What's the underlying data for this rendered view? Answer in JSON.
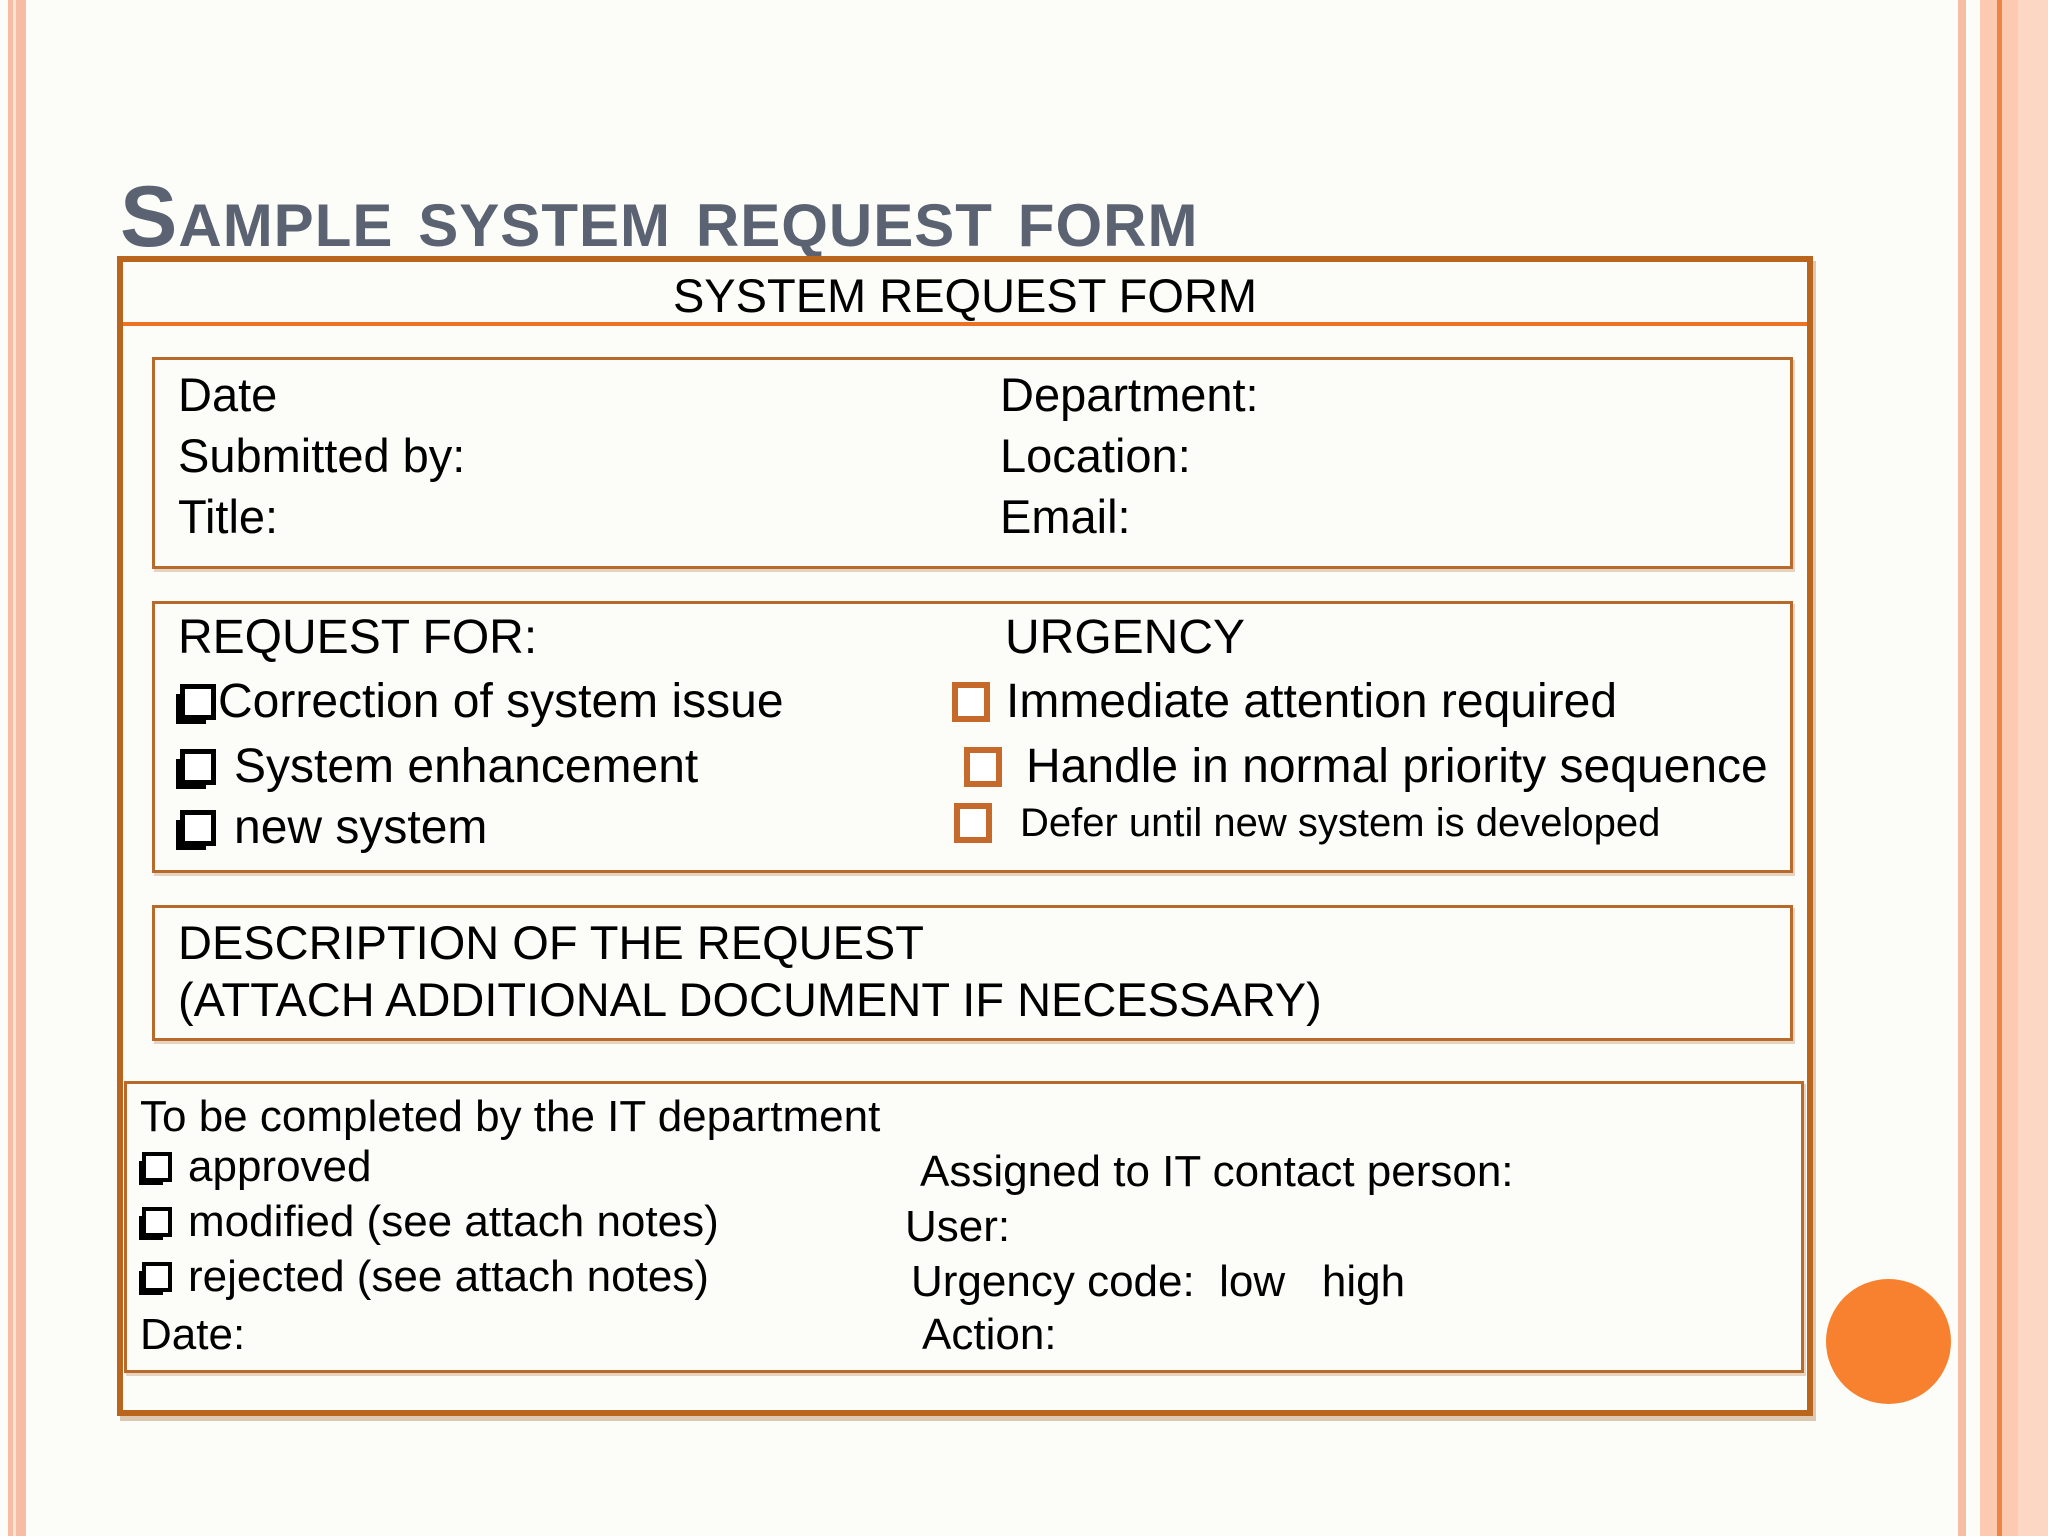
{
  "slide": {
    "title": "Sample system request form"
  },
  "form": {
    "header": "SYSTEM REQUEST FORM",
    "contact_section": {
      "rows": [
        {
          "left": "Date",
          "right": "Department:"
        },
        {
          "left": "Submitted by:",
          "right": "Location:"
        },
        {
          "left": "Title:",
          "right": "Email:"
        }
      ]
    },
    "request_section": {
      "left_heading": "REQUEST FOR:",
      "right_heading": "URGENCY",
      "request_options": [
        "Correction of system issue",
        "System enhancement",
        "new system"
      ],
      "urgency_options": [
        "Immediate attention required",
        "Handle in normal priority sequence",
        "Defer until new system is developed"
      ]
    },
    "description_section": {
      "title": "DESCRIPTION OF THE REQUEST",
      "note": "(ATTACH ADDITIONAL DOCUMENT IF NECESSARY)"
    },
    "it_section": {
      "heading": "To be completed by the IT department",
      "decision_options": [
        "approved",
        "modified (see attach notes)",
        "rejected (see attach notes)"
      ],
      "date_label": "Date:",
      "assigned_label": "Assigned to IT contact person:",
      "user_label": "User:",
      "urgency_code_label": "Urgency code:  low   high",
      "action_label": "Action:"
    }
  },
  "colors": {
    "accent_orange": "#ee7124",
    "border_brown": "#b9651e",
    "section_border": "#b76a2b",
    "checkbox_orange": "#c56a2b",
    "title_gray": "#5b6372",
    "circle_orange": "#f8812f",
    "stripe_peach": "#f4bda4",
    "stripe_band": "#fbcab0",
    "stripe_line": "#ef8440"
  }
}
